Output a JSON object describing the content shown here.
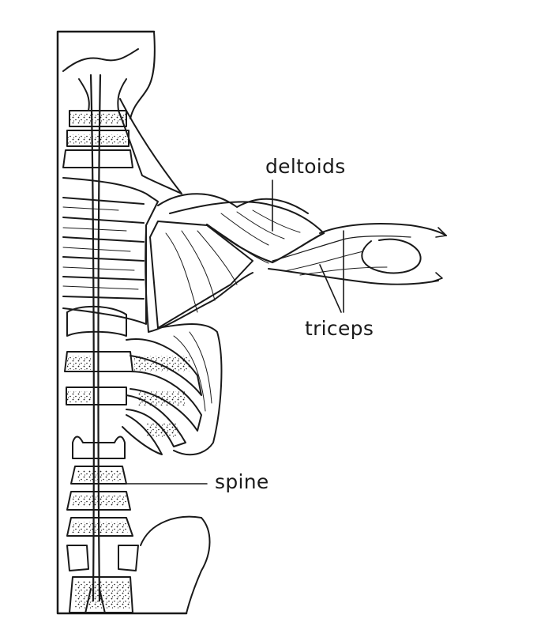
{
  "labels": {
    "deltoids": "deltoids",
    "triceps": "triceps",
    "spine": "spine"
  },
  "colors": {
    "ink": "#1a1a1a",
    "background": "#ffffff"
  }
}
